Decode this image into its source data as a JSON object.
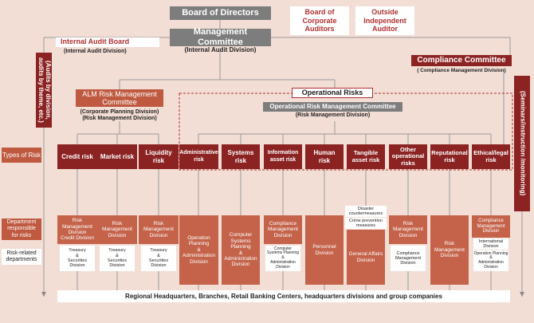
{
  "board": {
    "directors": "Board of Directors",
    "auditors": "Board of\nCorporate\nAuditors",
    "independent": "Outside\nIndependent\nAuditor"
  },
  "management": {
    "title": "Management\nCommittee",
    "sub": "(Internal Audit Division)"
  },
  "internal_audit": {
    "title": "Internal Audit Board",
    "sub": "(Internal Audit Division)",
    "side": "(Audits by division, audits by theme, etc.)"
  },
  "compliance": {
    "title": "Compliance Committee",
    "sub": "( Compliance Management Division)",
    "side": "(Seminars/instruction /monitoring)"
  },
  "alm": {
    "title": "ALM Risk Management\nCommittee",
    "sub": "(Corporate Planning Division)\n(Risk Management Division)"
  },
  "operational": {
    "title": "Operational Risks",
    "committee": "Operational Risk Management Committee",
    "committee_sub": "(Risk Management Division)"
  },
  "row_labels": {
    "types": "Types of Risk",
    "department": "Department\nresponsible\nfor risks",
    "related": "Risk-related\ndepartments"
  },
  "risks": [
    "Credit risk",
    "Market risk",
    "Liquidity\nrisk",
    "Administrative\nrisk",
    "Systems\nrisk",
    "Information\nasset risk",
    "Human\nrisk",
    "Tangible\nasset risk",
    "Other\noperational\nrisks",
    "Reputational\nrisk",
    "Ethical/legal\nrisk"
  ],
  "tangible_note": {
    "disaster": "Disaster\ncountermeasures",
    "crime": "Crime prevention\nmeasures"
  },
  "departments": [
    "Risk\nManagement\nDivision\nCredit Division",
    "Risk\nManagement\nDivision",
    "Risk\nManagement\nDivision",
    "Operation\nPlanning\n&\nAdministration\nDivision",
    "Computer\nSystems\nPlanning\n&\nAdministration\nDivision",
    "Compliance\nManagement\nDivision",
    "Personnel\nDivision",
    "General Affairs\nDivision",
    "Risk\nManagement\nDivision",
    "Risk\nManagement\nDivision",
    "Compliance\nManagement\nDivision"
  ],
  "related": {
    "treasury": "Treasury\n&\nSecurities\nDivision",
    "computer": "Computer\nSystems Planning\n&\nAdministration\nDivision",
    "compliance_mgmt": "Compliance\nManagement\nDivision",
    "intl": "International\nDivision",
    "op_planning": "Operation Planning\n&\nAdministration Division"
  },
  "bottom": "Regional Headquarters, Branches, Retail Banking Centers, headquarters divisions and group companies",
  "colors": {
    "background": "#f3ded5",
    "gray": "#7d7d7d",
    "dark_red": "#8b2323",
    "rust": "#bf5a40",
    "red_text": "#b03030"
  }
}
